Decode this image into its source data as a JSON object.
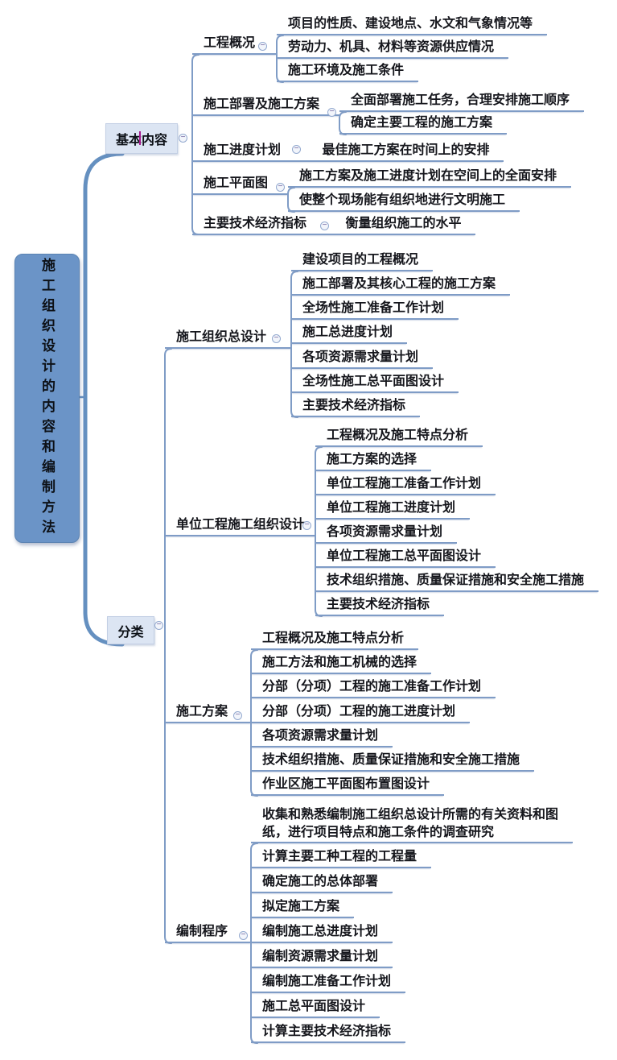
{
  "root": {
    "label": "施工组织设计的内容和编制方法"
  },
  "icons": {
    "collapse_glyph": "−"
  },
  "colors": {
    "canvas": "#ffffff",
    "root_fill": "#6b94c7",
    "branch_fill": "#dce5f3",
    "line": "#7f9cc6",
    "spine": "#6590c0",
    "text": "#15161c",
    "icon_ring": "#93a9cf",
    "icon_glyph": "#6b5e9b",
    "caret": "#a6188e"
  },
  "branches": [
    {
      "label": "基本内容",
      "children": [
        {
          "label": "工程概况",
          "children": [
            {
              "label": "项目的性质、建设地点、水文和气象情况等"
            },
            {
              "label": "劳动力、机具、材料等资源供应情况"
            },
            {
              "label": "施工环境及施工条件"
            }
          ]
        },
        {
          "label": "施工部署及施工方案",
          "children": [
            {
              "label": "全面部署施工任务，合理安排施工顺序"
            },
            {
              "label": "确定主要工程的施工方案"
            }
          ]
        },
        {
          "label": "施工进度计划",
          "children": [
            {
              "label": "最佳施工方案在时间上的安排"
            }
          ]
        },
        {
          "label": "施工平面图",
          "children": [
            {
              "label": "施工方案及施工进度计划在空间上的全面安排"
            },
            {
              "label": "使整个现场能有组织地进行文明施工"
            }
          ]
        },
        {
          "label": "主要技术经济指标",
          "children": [
            {
              "label": "衡量组织施工的水平"
            }
          ]
        }
      ]
    },
    {
      "label": "分类",
      "children": [
        {
          "label": "施工组织总设计",
          "children": [
            {
              "label": "建设项目的工程概况"
            },
            {
              "label": "施工部署及其核心工程的施工方案"
            },
            {
              "label": "全场性施工准备工作计划"
            },
            {
              "label": "施工总进度计划"
            },
            {
              "label": "各项资源需求量计划"
            },
            {
              "label": "全场性施工总平面图设计"
            },
            {
              "label": "主要技术经济指标"
            }
          ]
        },
        {
          "label": "单位工程施工组织设计",
          "children": [
            {
              "label": "工程概况及施工特点分析"
            },
            {
              "label": "施工方案的选择"
            },
            {
              "label": "单位工程施工准备工作计划"
            },
            {
              "label": "单位工程施工进度计划"
            },
            {
              "label": "各项资源需求量计划"
            },
            {
              "label": "单位工程施工总平面图设计"
            },
            {
              "label": "技术组织措施、质量保证措施和安全施工措施"
            },
            {
              "label": "主要技术经济指标"
            }
          ]
        },
        {
          "label": "施工方案",
          "children": [
            {
              "label": "工程概况及施工特点分析"
            },
            {
              "label": "施工方法和施工机械的选择"
            },
            {
              "label": "分部（分项）工程的施工准备工作计划"
            },
            {
              "label": "分部（分项）工程的施工进度计划"
            },
            {
              "label": "各项资源需求量计划"
            },
            {
              "label": "技术组织措施、质量保证措施和安全施工措施"
            },
            {
              "label": "作业区施工平面图布置图设计"
            }
          ]
        },
        {
          "label": "编制程序",
          "children": [
            {
              "label": "收集和熟悉编制施工组织总设计所需的有关资料和图纸，进行项目特点和施工条件的调查研究"
            },
            {
              "label": "计算主要工种工程的工程量"
            },
            {
              "label": "确定施工的总体部署"
            },
            {
              "label": "拟定施工方案"
            },
            {
              "label": "编制施工总进度计划"
            },
            {
              "label": "编制资源需求量计划"
            },
            {
              "label": "编制施工准备工作计划"
            },
            {
              "label": "施工总平面图设计"
            },
            {
              "label": "计算主要技术经济指标"
            }
          ]
        }
      ]
    }
  ]
}
